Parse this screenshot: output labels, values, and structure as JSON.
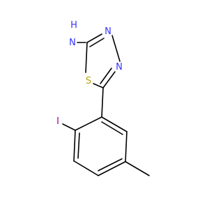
{
  "molecule": {
    "atoms": {
      "amine_h2": {
        "text": "H",
        "color": "#3333ff"
      },
      "amine_n": {
        "text": "N",
        "color": "#3333ff"
      },
      "ring_n1": {
        "text": "N",
        "color": "#3333ff"
      },
      "ring_n2": {
        "text": "N",
        "color": "#3333ff"
      },
      "sulfur": {
        "text": "S",
        "color": "#b8a300"
      },
      "iodine": {
        "text": "I",
        "color": "#940094"
      }
    },
    "bond_color": "#000000"
  }
}
